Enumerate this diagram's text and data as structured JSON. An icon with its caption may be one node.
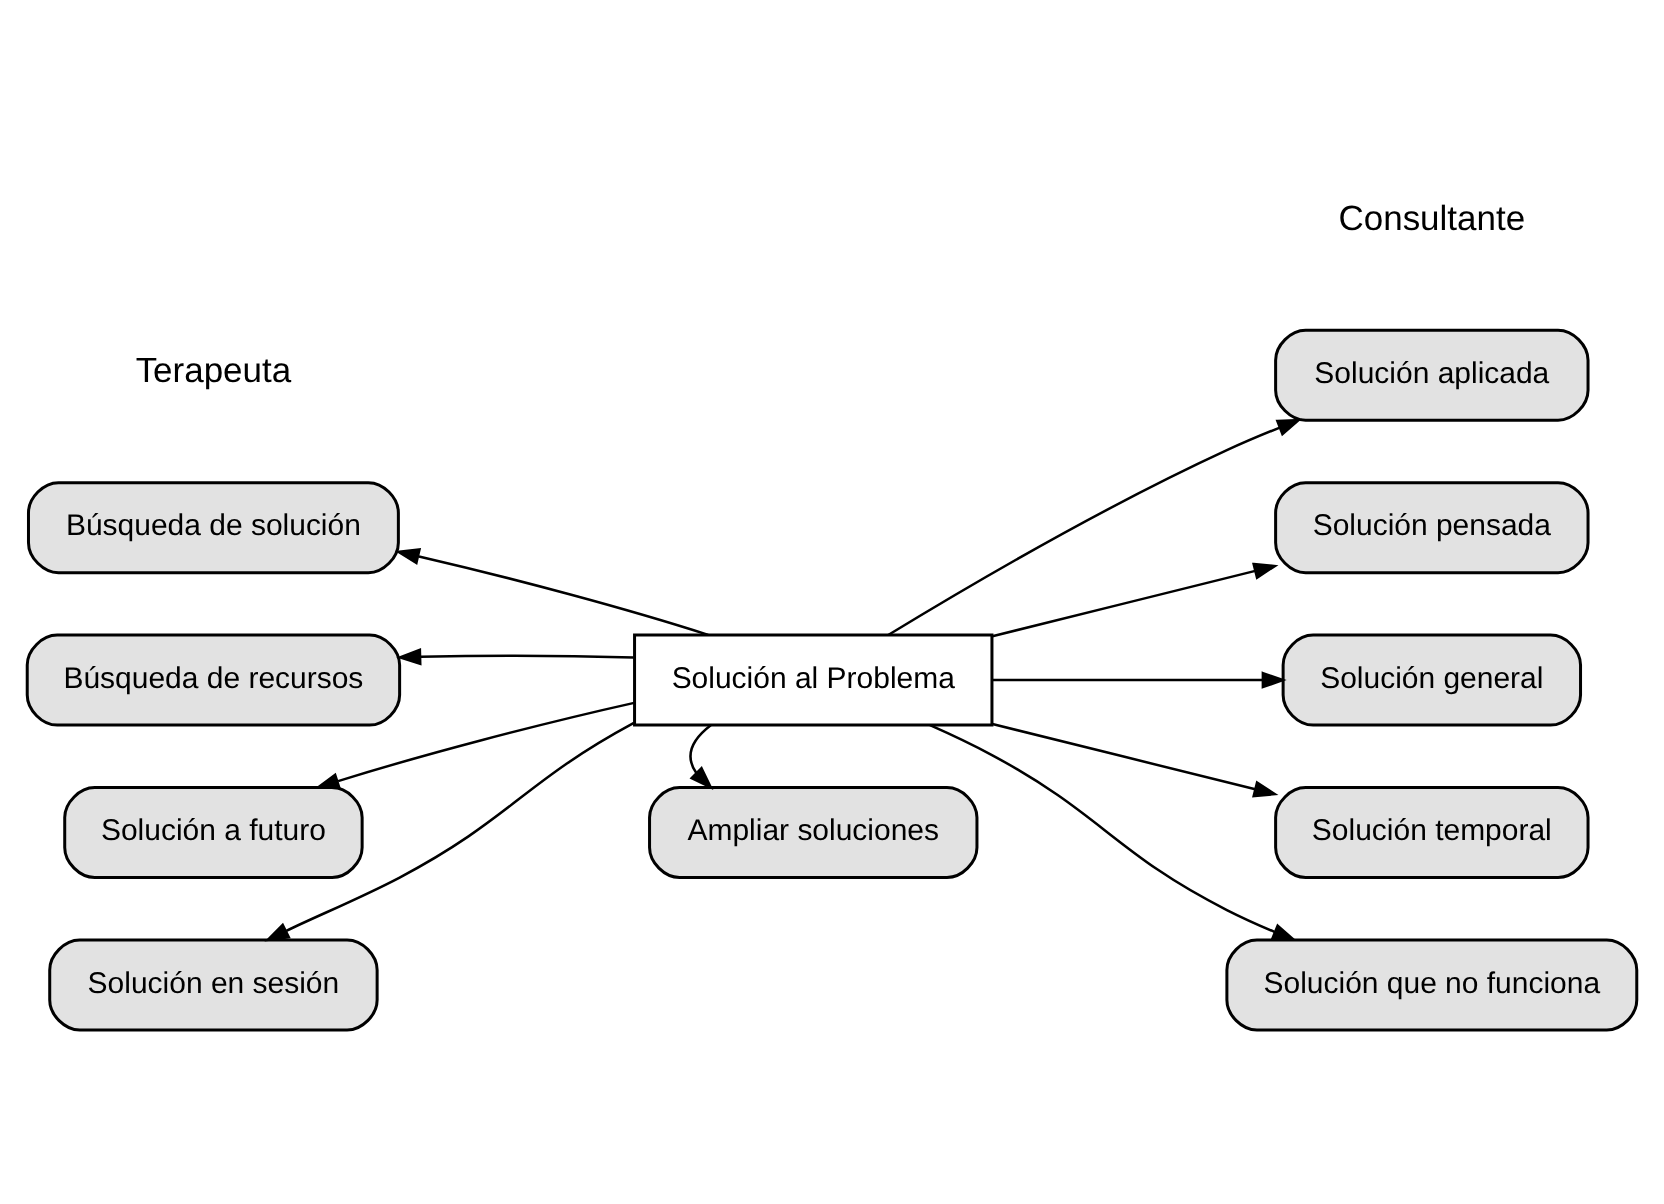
{
  "diagram": {
    "nodes": [
      {
        "text": [
          "Solución al Problema"
        ]
      },
      {
        "text": [
          "Ampliar soluciones"
        ]
      },
      {
        "text": [
          "Búsqueda de solución"
        ]
      },
      {
        "text": [
          "Búsqueda de recursos"
        ]
      },
      {
        "text": [
          "Solución a futuro"
        ]
      },
      {
        "text": [
          "Solución en sesión"
        ]
      },
      {
        "text": [
          "Solución aplicada"
        ]
      },
      {
        "text": [
          "Solución pensada"
        ]
      },
      {
        "text": [
          "Solución general"
        ]
      },
      {
        "text": [
          "Solución temporal"
        ]
      },
      {
        "text": [
          "Solución que no funciona"
        ]
      }
    ],
    "edges": [
      {
        "from": 0,
        "to": 1,
        "arrow": "to"
      },
      {
        "from": 0,
        "to": 2,
        "arrow": "to"
      },
      {
        "from": 0,
        "to": 3,
        "arrow": "to"
      },
      {
        "from": 0,
        "to": 4,
        "arrow": "to"
      },
      {
        "from": 0,
        "to": 5,
        "arrow": "to"
      },
      {
        "from": 0,
        "to": 6,
        "arrow": "to"
      },
      {
        "from": 0,
        "to": 7,
        "arrow": "to"
      },
      {
        "from": 0,
        "to": 8,
        "arrow": "to"
      },
      {
        "from": 0,
        "to": 9,
        "arrow": "to"
      },
      {
        "from": 0,
        "to": 10,
        "arrow": "to"
      }
    ],
    "labels": [
      "Terapeuta",
      "Consultante"
    ]
  }
}
